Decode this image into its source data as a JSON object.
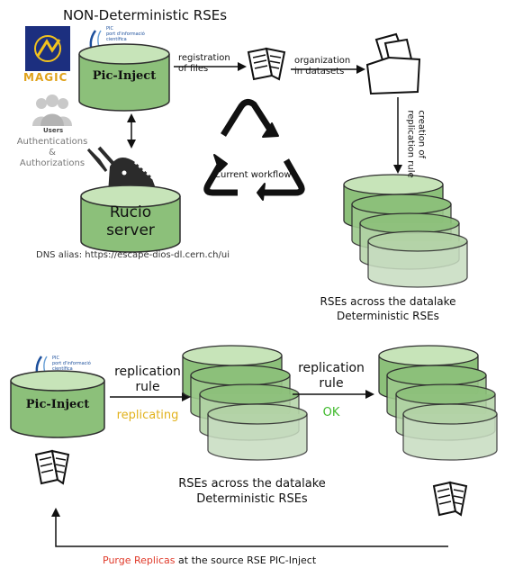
{
  "top": {
    "title": "NON-Deterministic RSEs",
    "magic_logo_text": "MAGIC",
    "pic_logo_lines": [
      "PIC",
      "port d'informació",
      "científica"
    ],
    "users_label": "Users",
    "auth_lines": [
      "Authentications",
      "&",
      "Authorizations"
    ],
    "pic_inject_label": "Pic-Inject",
    "rucio_label_line1": "Rucio",
    "rucio_label_line2": "server",
    "dns_alias": "DNS alias: https://escape-dios-dl.cern.ch/ui",
    "registration_lines": [
      "registration",
      "of files"
    ],
    "organization_lines": [
      "organization",
      "in datasets"
    ],
    "creation_rule_lines": [
      "creation of",
      "replication rule"
    ],
    "current_workflow": "Current workflow",
    "rse_caption_line1": "RSEs across the datalake",
    "rse_caption_line2": "Deterministic RSEs"
  },
  "bottom": {
    "pic_logo_lines": [
      "PIC",
      "port d'informació",
      "científica"
    ],
    "pic_inject_label": "Pic-Inject",
    "replication1_lines": [
      "replication",
      "rule"
    ],
    "replicating_status": "replicating",
    "replication2_lines": [
      "replication",
      "rule"
    ],
    "ok_status": "OK",
    "rse_caption_line1": "RSEs across the datalake",
    "rse_caption_line2": "Deterministic RSEs",
    "purge_highlight": "Purge Replicas",
    "purge_rest": "at the source RSE PIC-Inject"
  },
  "colors": {
    "cylinder_fill": "#8cc07a",
    "cylinder_top": "#c7e4b9",
    "cylinder_stroke": "#2f2f2f",
    "ghost_fill": "#bcd6b2",
    "replicating": "#e2b21c",
    "ok": "#3fba2c",
    "purge": "#e03a2a",
    "magic_blue": "#1c2f7f",
    "magic_yellow": "#f2c21d"
  }
}
